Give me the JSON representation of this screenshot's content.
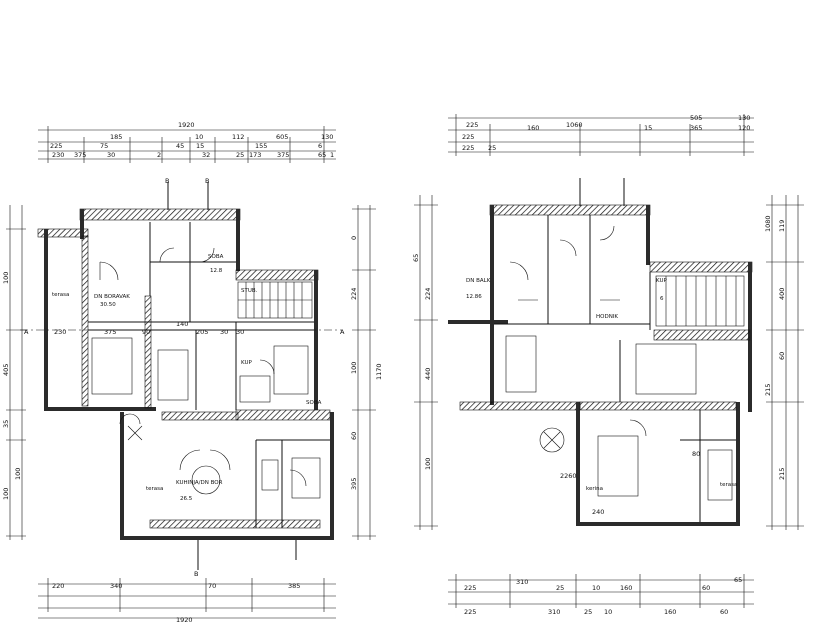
{
  "plan_left": {
    "top_overall": "1920",
    "top_row1": [
      "185",
      "10",
      "112",
      "605",
      "130"
    ],
    "top_row2": [
      "225",
      "75",
      "45",
      "15",
      "155",
      "6"
    ],
    "top_row3": [
      "230",
      "375",
      "30",
      "2",
      "32",
      "25",
      "173",
      "375",
      "65",
      "1"
    ],
    "bottom_row1": [
      "220",
      "340",
      "70",
      "385"
    ],
    "bottom_overall": "1920",
    "left_side": [
      "100",
      "405",
      "35",
      "100",
      "100"
    ],
    "right_side": [
      "0",
      "224",
      "100",
      "60",
      "395"
    ],
    "right_total": "1170",
    "section_marks": {
      "a_left": "A",
      "a_right": "A",
      "b_top": "B",
      "b_bottom": "B"
    },
    "rooms": [
      {
        "name": "DN BORAVAK",
        "area": "30.50"
      },
      {
        "name": "KUHINJA/DN BOR",
        "area": "26.5"
      },
      {
        "name": "SOBA",
        "area": "12.8"
      },
      {
        "name": "SOBA",
        "area": ""
      },
      {
        "name": "KUP",
        "area": ""
      },
      {
        "name": "STUB.",
        "area": ""
      },
      {
        "name": "terasa",
        "area": ""
      },
      {
        "name": "terasa",
        "area": ""
      }
    ],
    "inline_dims": [
      "230",
      "375",
      "90",
      "140",
      "205",
      "30",
      "30"
    ]
  },
  "plan_right": {
    "top_overall": "1060",
    "top_row1": [
      "225",
      "1060",
      "505",
      "130"
    ],
    "top_row2": [
      "225",
      "160",
      "15",
      "365",
      "120"
    ],
    "top_row3": [
      "225",
      "25"
    ],
    "bottom_row1": [
      "225",
      "310",
      "25",
      "10",
      "160",
      "60",
      "65"
    ],
    "bottom_row2": [
      "225",
      "310",
      "25",
      "10",
      "160",
      "60"
    ],
    "left_side": [
      "65",
      "224",
      "440",
      "100"
    ],
    "right_side": [
      "119",
      "1080",
      "400",
      "60",
      "215",
      "215"
    ],
    "rooms": [
      {
        "name": "DN BALK",
        "area": "12.86"
      },
      {
        "name": "HODNIK",
        "area": ""
      },
      {
        "name": "KUP",
        "area": "6"
      },
      {
        "name": "kerina",
        "area": ""
      },
      {
        "name": "terasa",
        "area": ""
      }
    ],
    "inline_dims": [
      "240",
      "2260",
      "80"
    ]
  },
  "colors": {
    "line": "#111111",
    "wall_fill": "#2b2b2b",
    "background": "#ffffff"
  }
}
